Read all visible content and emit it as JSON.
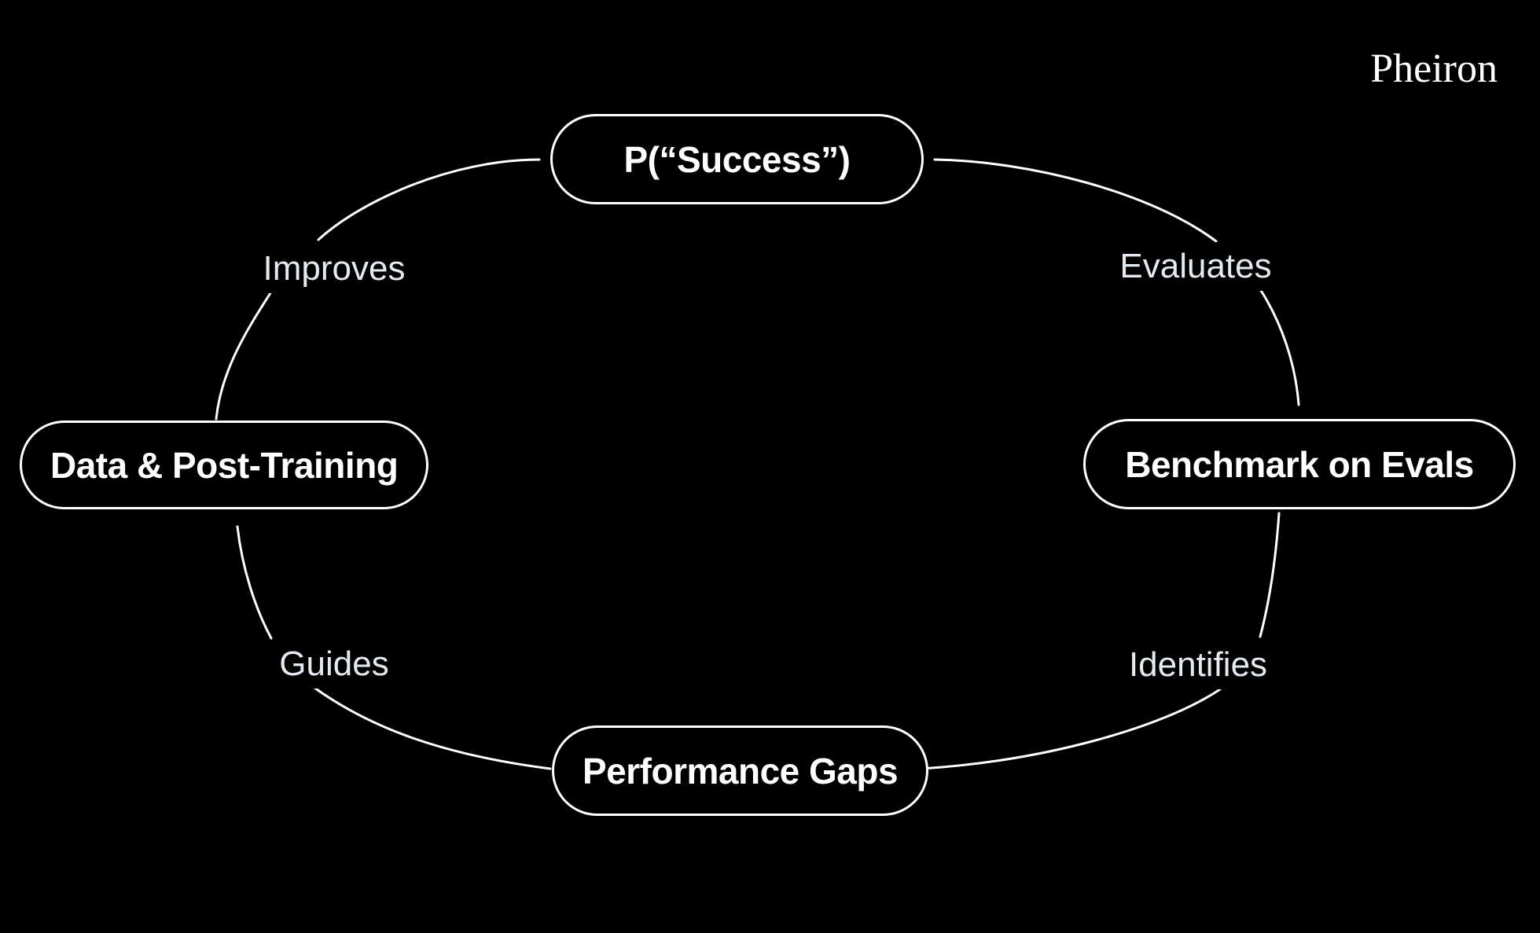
{
  "brand": {
    "logo_text": "Pheiron"
  },
  "diagram": {
    "title_hint": "feedback cycle",
    "nodes": [
      {
        "id": "success",
        "label": "P(“Success”)"
      },
      {
        "id": "benchmark",
        "label": "Benchmark on Evals"
      },
      {
        "id": "gaps",
        "label": "Performance Gaps"
      },
      {
        "id": "data",
        "label": "Data & Post-Training"
      }
    ],
    "edges": [
      {
        "id": "evaluates",
        "label": "Evaluates",
        "from": "success",
        "to": "benchmark"
      },
      {
        "id": "identifies",
        "label": "Identifies",
        "from": "benchmark",
        "to": "gaps"
      },
      {
        "id": "guides",
        "label": "Guides",
        "from": "gaps",
        "to": "data"
      },
      {
        "id": "improves",
        "label": "Improves",
        "from": "data",
        "to": "success"
      }
    ],
    "colors": {
      "background": "#000000",
      "stroke": "#FFFFFF",
      "node_text": "#FFFFFF",
      "edge_label_text": "#E5E9F0"
    }
  }
}
